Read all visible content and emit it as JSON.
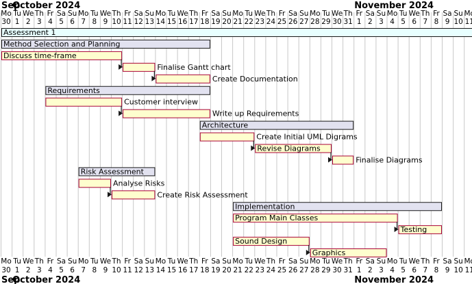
{
  "chart_data": {
    "type": "gantt",
    "start_date": "2024-09-30",
    "end_date": "2024-11-11",
    "months": [
      {
        "name": "Sep",
        "first": "2024-09-30"
      },
      {
        "name": "October 2024",
        "first": "2024-10-01"
      },
      {
        "name": "November 2024",
        "first": "2024-11-01"
      }
    ],
    "weekday_labels": [
      "Mo",
      "Tu",
      "We",
      "Th",
      "Fr",
      "Sa",
      "Su"
    ],
    "tasks": [
      {
        "id": "t1",
        "name": "Assessment 1",
        "start": "2024-09-30",
        "end": "2024-11-11",
        "kind": "milestone",
        "label_inside": true
      },
      {
        "id": "t2",
        "name": "Method Selection and Planning",
        "start": "2024-09-30",
        "end": "2024-10-18",
        "kind": "group",
        "label_inside": true
      },
      {
        "id": "t3",
        "name": "Discuss time-frame",
        "start": "2024-09-30",
        "end": "2024-10-10",
        "kind": "task",
        "label_inside": true
      },
      {
        "id": "t4",
        "name": "Finalise Gantt chart",
        "start": "2024-10-11",
        "end": "2024-10-13",
        "kind": "task",
        "label_inside": false,
        "depends_on": "t3"
      },
      {
        "id": "t5",
        "name": "Create Documentation",
        "start": "2024-10-14",
        "end": "2024-10-18",
        "kind": "task",
        "label_inside": false,
        "depends_on": "t4"
      },
      {
        "id": "t6",
        "name": "Requirements",
        "start": "2024-10-04",
        "end": "2024-10-18",
        "kind": "group",
        "label_inside": true
      },
      {
        "id": "t7",
        "name": "Customer interview",
        "start": "2024-10-04",
        "end": "2024-10-10",
        "kind": "task",
        "label_inside": false
      },
      {
        "id": "t8",
        "name": "Write up Requirements",
        "start": "2024-10-11",
        "end": "2024-10-18",
        "kind": "task",
        "label_inside": false,
        "depends_on": "t7"
      },
      {
        "id": "t9",
        "name": "Architecture",
        "start": "2024-10-18",
        "end": "2024-10-31",
        "kind": "group",
        "label_inside": true
      },
      {
        "id": "t10",
        "name": "Create Initial UML Digrams",
        "start": "2024-10-18",
        "end": "2024-10-22",
        "kind": "task",
        "label_inside": false
      },
      {
        "id": "t11",
        "name": "Revise Diagrams",
        "start": "2024-10-23",
        "end": "2024-10-29",
        "kind": "task",
        "label_inside": true,
        "depends_on": "t10"
      },
      {
        "id": "t12",
        "name": "Finalise Diagrams",
        "start": "2024-10-30",
        "end": "2024-10-31",
        "kind": "task",
        "label_inside": false,
        "depends_on": "t11"
      },
      {
        "id": "t13",
        "name": "Risk Assessment",
        "start": "2024-10-07",
        "end": "2024-10-13",
        "kind": "group",
        "label_inside": true
      },
      {
        "id": "t14",
        "name": "Analyse Risks",
        "start": "2024-10-07",
        "end": "2024-10-09",
        "kind": "task",
        "label_inside": false
      },
      {
        "id": "t15",
        "name": "Create Risk Assessment",
        "start": "2024-10-10",
        "end": "2024-10-13",
        "kind": "task",
        "label_inside": false,
        "depends_on": "t14"
      },
      {
        "id": "t16",
        "name": "Implementation",
        "start": "2024-10-21",
        "end": "2024-11-08",
        "kind": "group",
        "label_inside": true
      },
      {
        "id": "t17",
        "name": "Program Main Classes",
        "start": "2024-10-21",
        "end": "2024-11-04",
        "kind": "task",
        "label_inside": true
      },
      {
        "id": "t18",
        "name": "Testing",
        "start": "2024-11-05",
        "end": "2024-11-08",
        "kind": "task",
        "label_inside": true,
        "depends_on": "t17"
      },
      {
        "id": "t19",
        "name": "Sound Design",
        "start": "2024-10-21",
        "end": "2024-10-27",
        "kind": "task",
        "label_inside": true
      },
      {
        "id": "t20",
        "name": "Graphics",
        "start": "2024-10-28",
        "end": "2024-11-03",
        "kind": "task",
        "label_inside": true,
        "depends_on": "t19"
      }
    ]
  }
}
